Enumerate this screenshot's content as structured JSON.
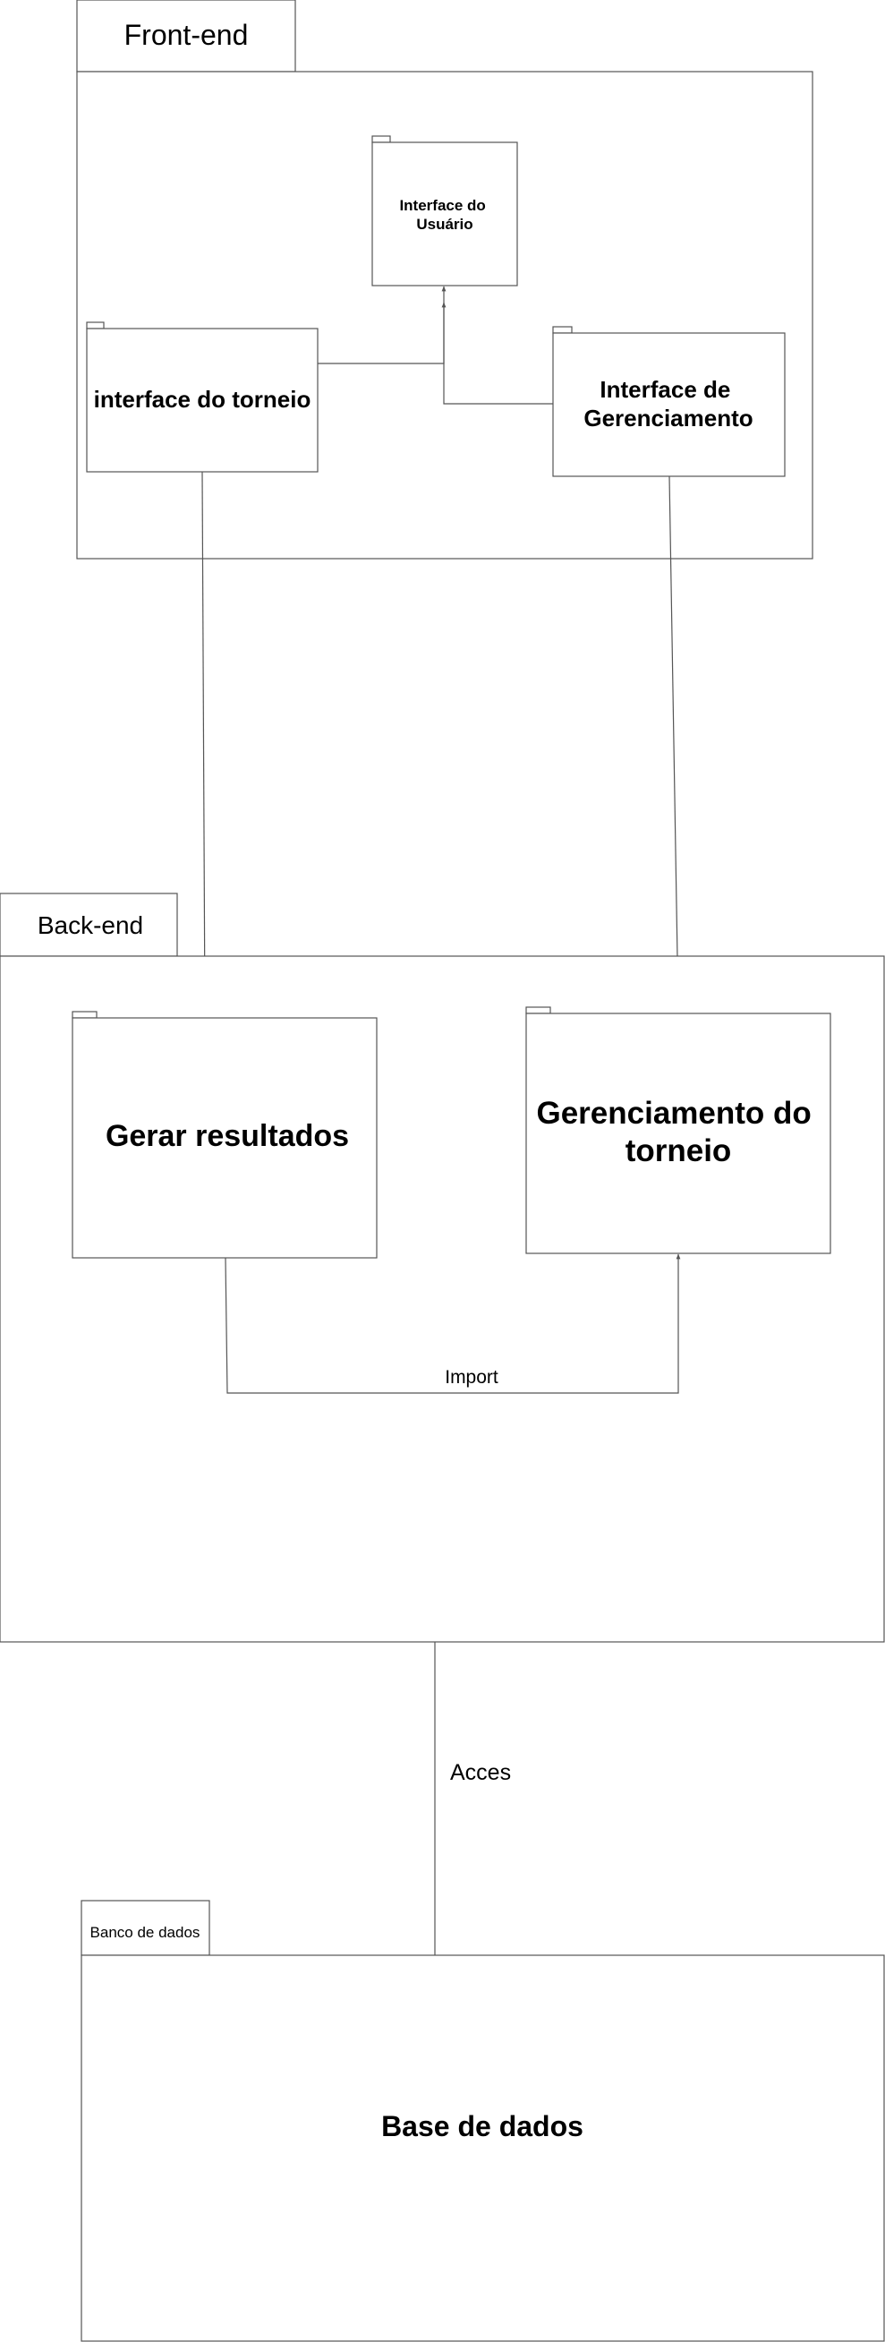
{
  "packages": {
    "frontend": {
      "label": "Front-end"
    },
    "backend": {
      "label": "Back-end"
    },
    "database": {
      "label": "Banco de dados"
    }
  },
  "components": {
    "user_interface": {
      "line1": "Interface do",
      "line2": "Usuário"
    },
    "tournament_interface": {
      "label": "interface do torneio"
    },
    "management_interface": {
      "line1": "Interface de",
      "line2": "Gerenciamento"
    },
    "generate_results": {
      "label": "Gerar resultados"
    },
    "tournament_management": {
      "line1": "Gerenciamento do",
      "line2": "torneio"
    },
    "data_base": {
      "label": "Base de dados"
    }
  },
  "connectors": {
    "import": {
      "label": "Import"
    },
    "access": {
      "label": "Acces"
    }
  },
  "colors": {
    "stroke": "#555555",
    "background": "#ffffff",
    "text": "#000000"
  }
}
